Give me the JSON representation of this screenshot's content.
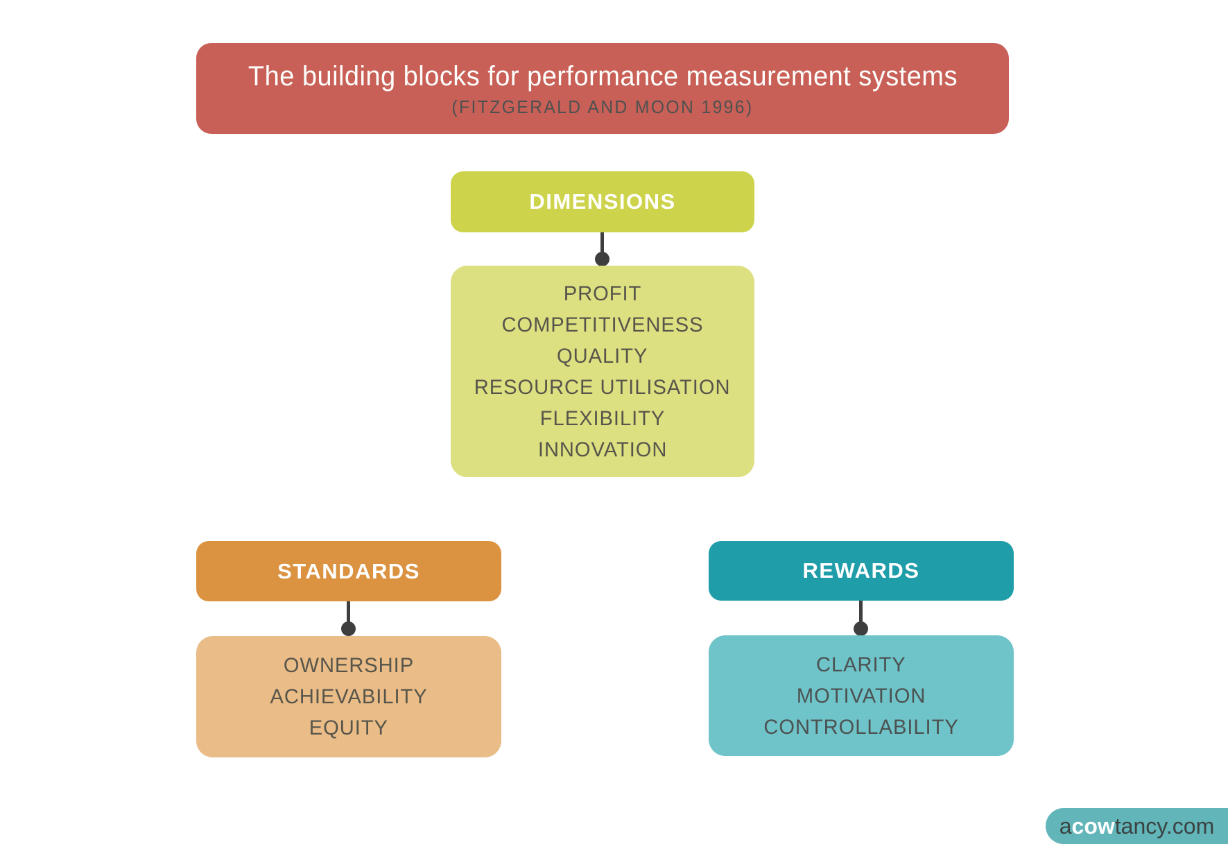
{
  "header": {
    "title": "The building blocks for performance measurement systems",
    "subtitle": "(FITZGERALD AND MOON 1996)",
    "bg": "#c86057"
  },
  "dimensions": {
    "label": "DIMENSIONS",
    "items": [
      "PROFIT",
      "COMPETITIVENESS",
      "QUALITY",
      "RESOURCE UTILISATION",
      "FLEXIBILITY",
      "INNOVATION"
    ],
    "header_bg": "#cdd34b",
    "body_bg": "#dde081"
  },
  "standards": {
    "label": "STANDARDS",
    "items": [
      "OWNERSHIP",
      "ACHIEVABILITY",
      "EQUITY"
    ],
    "header_bg": "#db9341",
    "body_bg": "#eabc87"
  },
  "rewards": {
    "label": "REWARDS",
    "items": [
      "CLARITY",
      "MOTIVATION",
      "CONTROLLABILITY"
    ],
    "header_bg": "#1f9da8",
    "body_bg": "#6fc4c9"
  },
  "footer": {
    "logo_prefix": "a",
    "logo_bold": "cow",
    "logo_suffix": "tancy.com",
    "bg": "#62b5b8"
  },
  "colors": {
    "connector": "#3e3e3e",
    "body_text": "#57554b",
    "subtitle_text": "#4e5150",
    "page_bg": "#ffffff"
  }
}
